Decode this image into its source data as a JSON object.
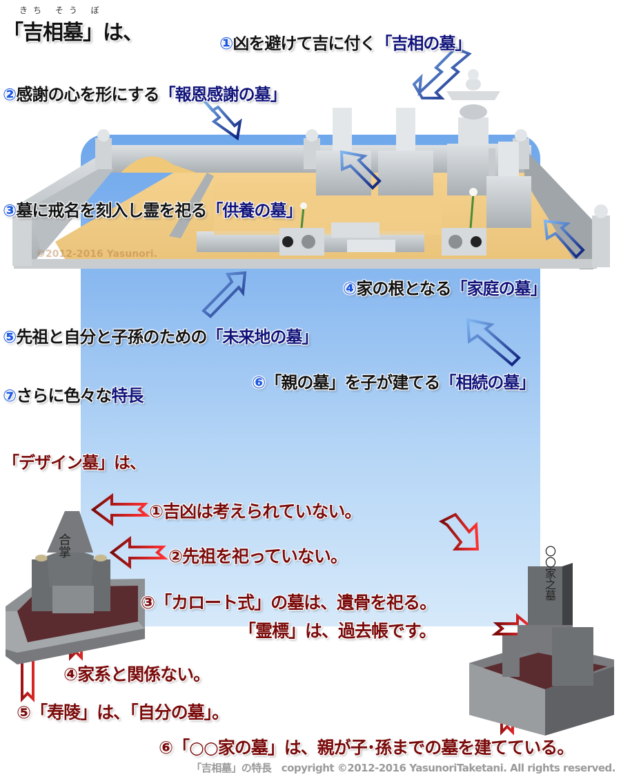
{
  "kisso": {
    "ruby": "きち そう  ぼ",
    "title": "「吉相墓」は、",
    "items": [
      {
        "num": "①",
        "text": "凶を避けて吉に付く",
        "highlight": "「吉相の墓」"
      },
      {
        "num": "②",
        "text": "感謝の心を形にする",
        "highlight": "「報恩感謝の墓」"
      },
      {
        "num": "③",
        "text": "墓に戒名を刻入し霊を祀る",
        "highlight": "「供養の墓」"
      },
      {
        "num": "④",
        "text": "家の根となる",
        "highlight": "「家庭の墓」"
      },
      {
        "num": "⑤",
        "text": "先祖と自分と子孫のための",
        "highlight": "「未来地の墓」"
      },
      {
        "num": "⑥",
        "text": "「親の墓」を子が建てる",
        "highlight": "「相続の墓」"
      },
      {
        "num": "⑦",
        "text": "さらに色々な",
        "highlight": "特長"
      }
    ],
    "watermark": "©2012-2016 Yasunori."
  },
  "design": {
    "title": "「デザイン墓」は、",
    "items": [
      "①吉凶は考えられていない。",
      "②先祖を祀っていない。",
      "③「カロート式」の墓は、遺骨を祀る。",
      "「霊標」は、過去帳です。",
      "④家系と関係ない。",
      "⑤「寿陵」は、「自分の墓」。",
      "⑥「○○家の墓」は、親が子･孫までの墓を建てている。"
    ],
    "left_stone_text": "合掌",
    "right_stone_text": "〇〇家之墓"
  },
  "colors": {
    "navy": "#10137a",
    "number_blue": "#1a57e0",
    "dark_red": "#7a0a0a",
    "arrow_red": "#e02020",
    "panel_blue": "#8ab9f0"
  },
  "footer": "「吉相墓」の特長　copyright ©2012-2016 YasunoriTaketani. All rights reserved."
}
